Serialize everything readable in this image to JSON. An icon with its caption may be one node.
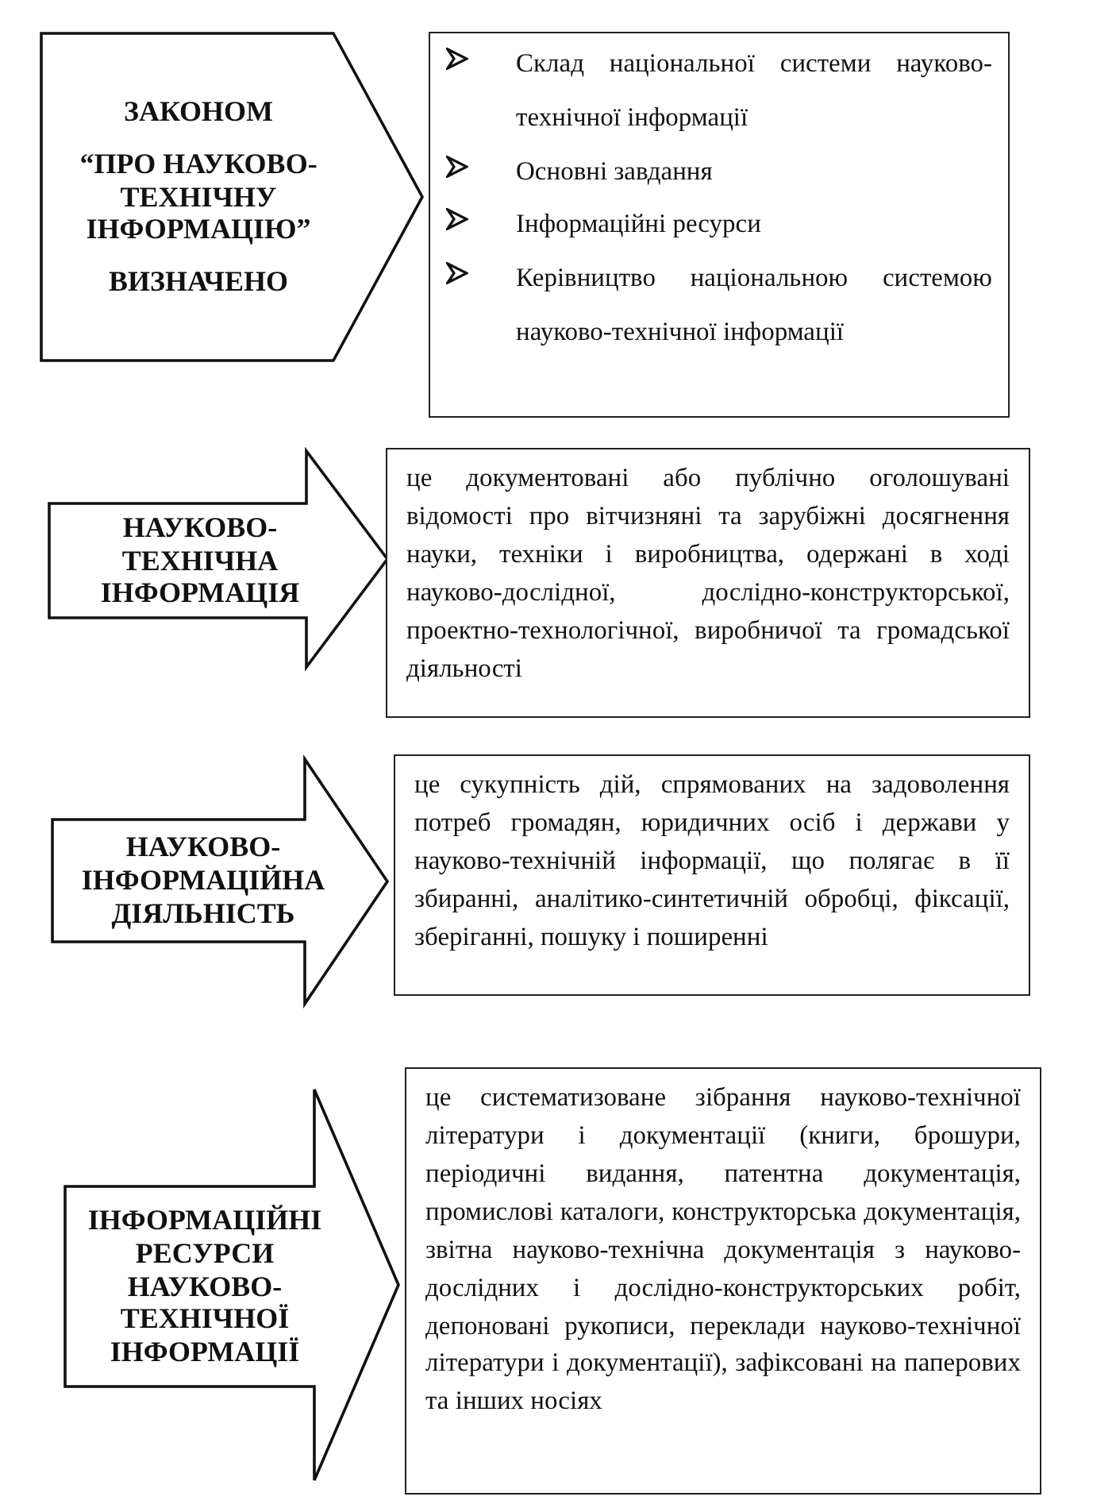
{
  "diagram": {
    "nodes": [
      {
        "text": [
          "ЗАКОНОМ",
          "“ПРО НАУКОВО-ТЕХНІЧНУ ІНФОРМАЦІЮ”",
          "ВИЗНАЧЕНО"
        ]
      },
      {
        "text": [
          "Склад національної системи науково-технічної інформації",
          "Основні завдання",
          "Інформаційні ресурси",
          "Керівництво національною системою науково-технічної інформації"
        ]
      },
      {
        "text": [
          "НАУКОВО-ТЕХНІЧНА ІНФОРМАЦІЯ"
        ]
      },
      {
        "text": [
          "це документовані або публічно оголошувані відомості про вітчизняні та зарубіжні досягнення науки, техніки і виробництва, одержані в ході науково-дослідної, дослідно-конструкторської, проектно-технологічної, виробничої та громадської діяльності"
        ]
      },
      {
        "text": [
          "НАУКОВО-ІНФОРМАЦІЙНА ДІЯЛЬНІСТЬ"
        ]
      },
      {
        "text": [
          "це сукупність дій, спрямованих на задоволення потреб громадян, юридичних осіб і держави у науково-технічній інформації, що полягає в її збиранні, аналітико-синтетичній обробці, фіксації, зберіганні, пошуку і поширенні"
        ]
      },
      {
        "text": [
          "ІНФОРМАЦІЙНІ РЕСУРСИ НАУКОВО-ТЕХНІЧНОЇ ІНФОРМАЦІЇ"
        ]
      },
      {
        "text": [
          "це систематизоване зібрання науково-технічної літератури і документації (книги, брошури, періодичні видання, патентна документація, промислові каталоги, конструкторська документація, звітна науково-технічна документація з науково-дослідних і дослідно-конструкторських робіт, депоновані рукописи, переклади науково-технічної літератури і документації), зафіксовані на паперових та інших носіях"
        ]
      }
    ]
  }
}
